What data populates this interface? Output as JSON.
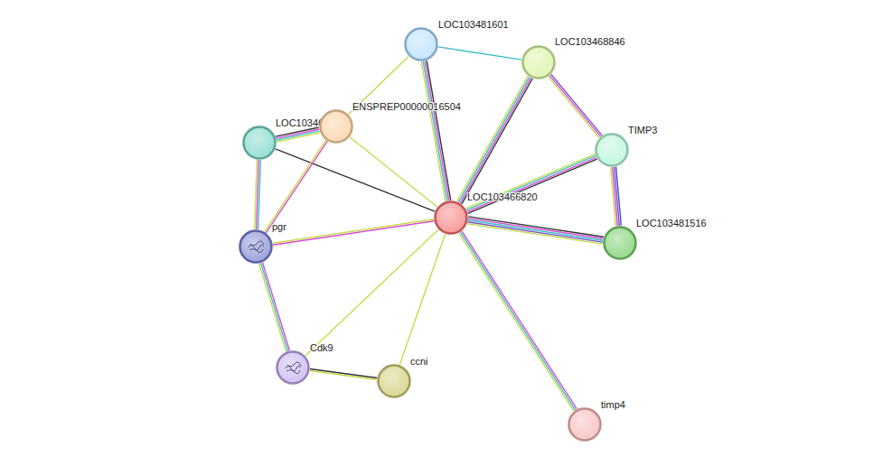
{
  "diagram": {
    "nodes": [
      {
        "text": [
          "LOC103481601"
        ]
      },
      {
        "text": [
          "LOC103468846"
        ]
      },
      {
        "text": [
          "LOC103467753"
        ]
      },
      {
        "text": [
          "ENSPREP00000016504"
        ]
      },
      {
        "text": [
          "TIMP3"
        ]
      },
      {
        "text": [
          "LOC103466820"
        ]
      },
      {
        "text": [
          "LOC103481516"
        ]
      },
      {
        "text": [
          "pgr"
        ]
      },
      {
        "text": [
          "Cdk9"
        ]
      },
      {
        "text": [
          "ccni"
        ]
      },
      {
        "text": [
          "timp4"
        ]
      }
    ],
    "edges": [
      {
        "from": 0,
        "to": 1,
        "arrow": "none"
      },
      {
        "from": 0,
        "to": 3,
        "arrow": "none"
      },
      {
        "from": 0,
        "to": 5,
        "arrow": "none"
      },
      {
        "from": 1,
        "to": 5,
        "arrow": "none"
      },
      {
        "from": 1,
        "to": 4,
        "arrow": "none"
      },
      {
        "from": 2,
        "to": 3,
        "arrow": "none"
      },
      {
        "from": 2,
        "to": 7,
        "arrow": "none"
      },
      {
        "from": 2,
        "to": 5,
        "arrow": "none"
      },
      {
        "from": 3,
        "to": 7,
        "arrow": "none"
      },
      {
        "from": 3,
        "to": 5,
        "arrow": "none"
      },
      {
        "from": 4,
        "to": 5,
        "arrow": "none"
      },
      {
        "from": 4,
        "to": 6,
        "arrow": "none"
      },
      {
        "from": 5,
        "to": 6,
        "arrow": "none"
      },
      {
        "from": 5,
        "to": 7,
        "arrow": "none"
      },
      {
        "from": 7,
        "to": 8,
        "arrow": "none"
      },
      {
        "from": 5,
        "to": 8,
        "arrow": "none"
      },
      {
        "from": 5,
        "to": 9,
        "arrow": "none"
      },
      {
        "from": 8,
        "to": 9,
        "arrow": "none"
      },
      {
        "from": 5,
        "to": 10,
        "arrow": "none"
      }
    ]
  }
}
